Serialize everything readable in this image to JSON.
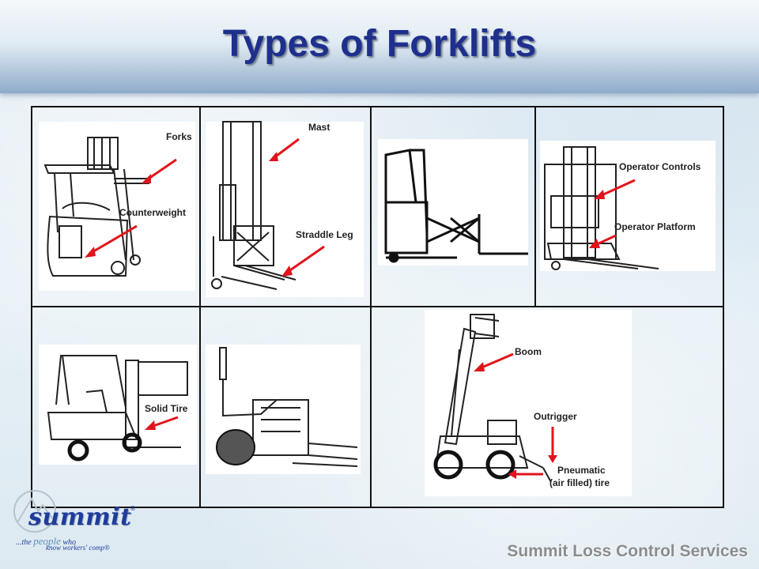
{
  "slide": {
    "title": "Types of Forklifts",
    "footer": "Summit Loss Control Services"
  },
  "logo": {
    "name": "summit",
    "registered": "®",
    "tagline_prefix": "...the",
    "tagline_people": "people",
    "tagline_who": "who",
    "tagline_line2": "know workers' comp®"
  },
  "labels": {
    "forks": "Forks",
    "counterweight": "Counterweight",
    "mast": "Mast",
    "straddle_leg": "Straddle Leg",
    "operator_controls": "Operator Controls",
    "operator_platform": "Operator Platform",
    "solid_tire": "Solid Tire",
    "boom": "Boom",
    "outrigger": "Outrigger",
    "pneumatic_line1": "Pneumatic",
    "pneumatic_line2": "(air filled) tire"
  },
  "colors": {
    "title": "#1e2f8c",
    "arrow": "#e0141b",
    "grid_line": "#111111",
    "footer": "#8c8c8c"
  }
}
